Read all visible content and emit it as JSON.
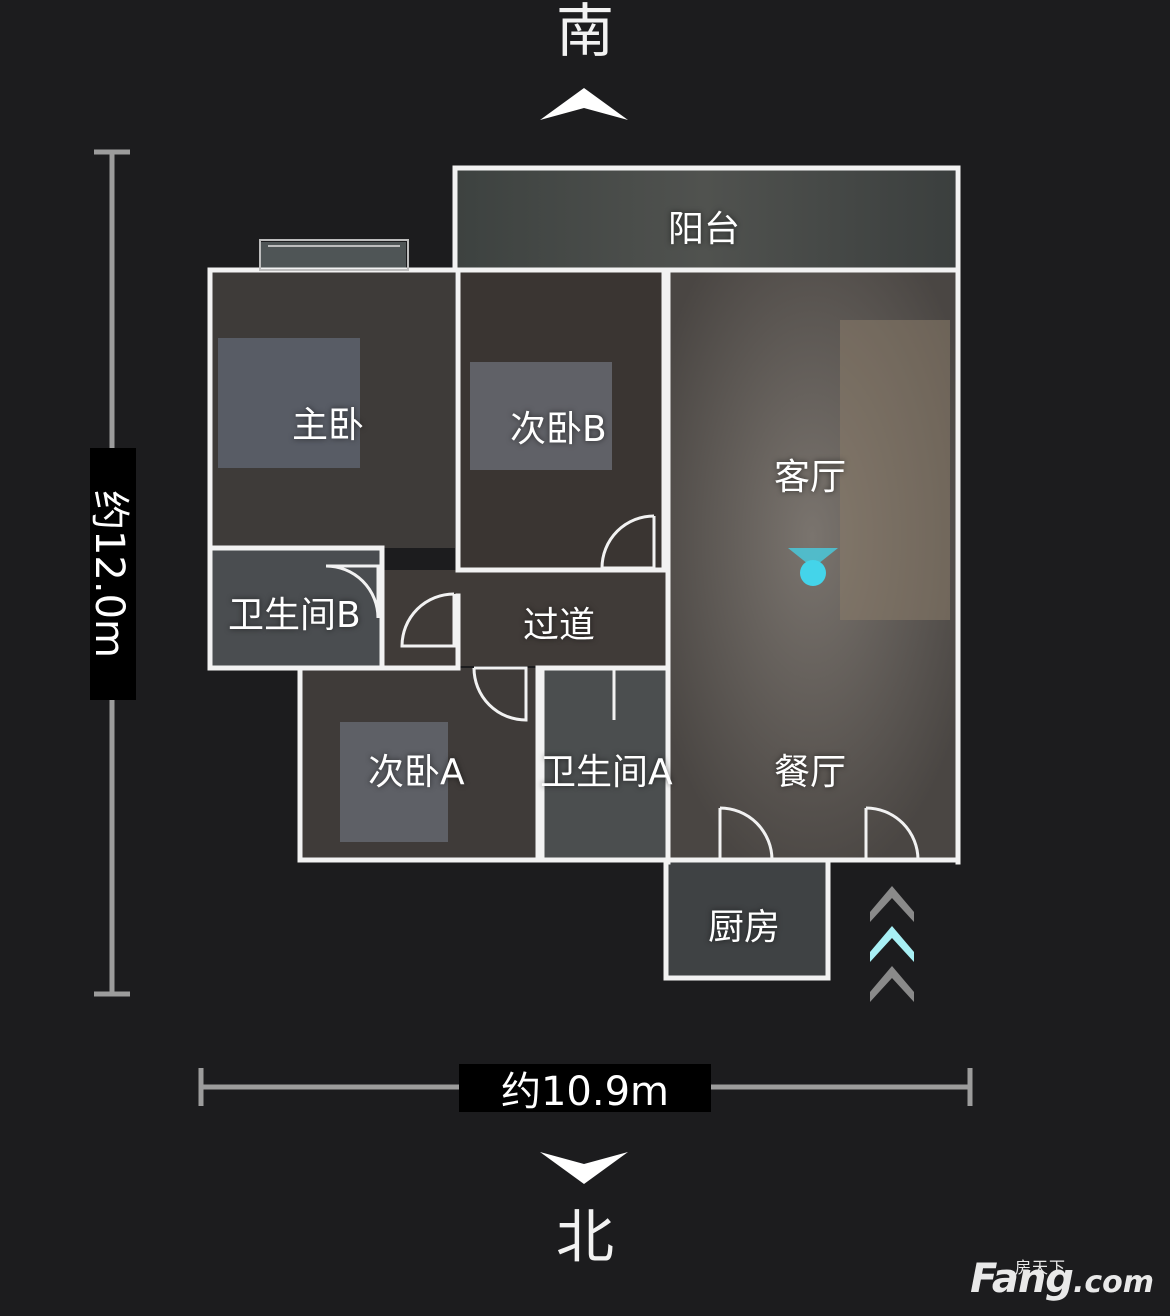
{
  "compass": {
    "top": "南",
    "bottom": "北"
  },
  "dimensions": {
    "height": "约12.0m",
    "width": "约10.9m"
  },
  "rooms": {
    "balcony": "阳台",
    "master_bedroom": "主卧",
    "second_bedroom_b": "次卧B",
    "living_room": "客厅",
    "bathroom_b": "卫生间B",
    "corridor": "过道",
    "second_bedroom_a": "次卧A",
    "bathroom_a": "卫生间A",
    "dining_room": "餐厅",
    "kitchen": "厨房"
  },
  "watermark": {
    "cn": "房天下",
    "en": "Fang",
    "domain": ".com"
  },
  "colors": {
    "background": "#1c1c1e",
    "wall": "#f2f2f2",
    "accent": "#44d4ea",
    "floor_dark": "#3a3836",
    "floor_light": "#6b6661"
  }
}
